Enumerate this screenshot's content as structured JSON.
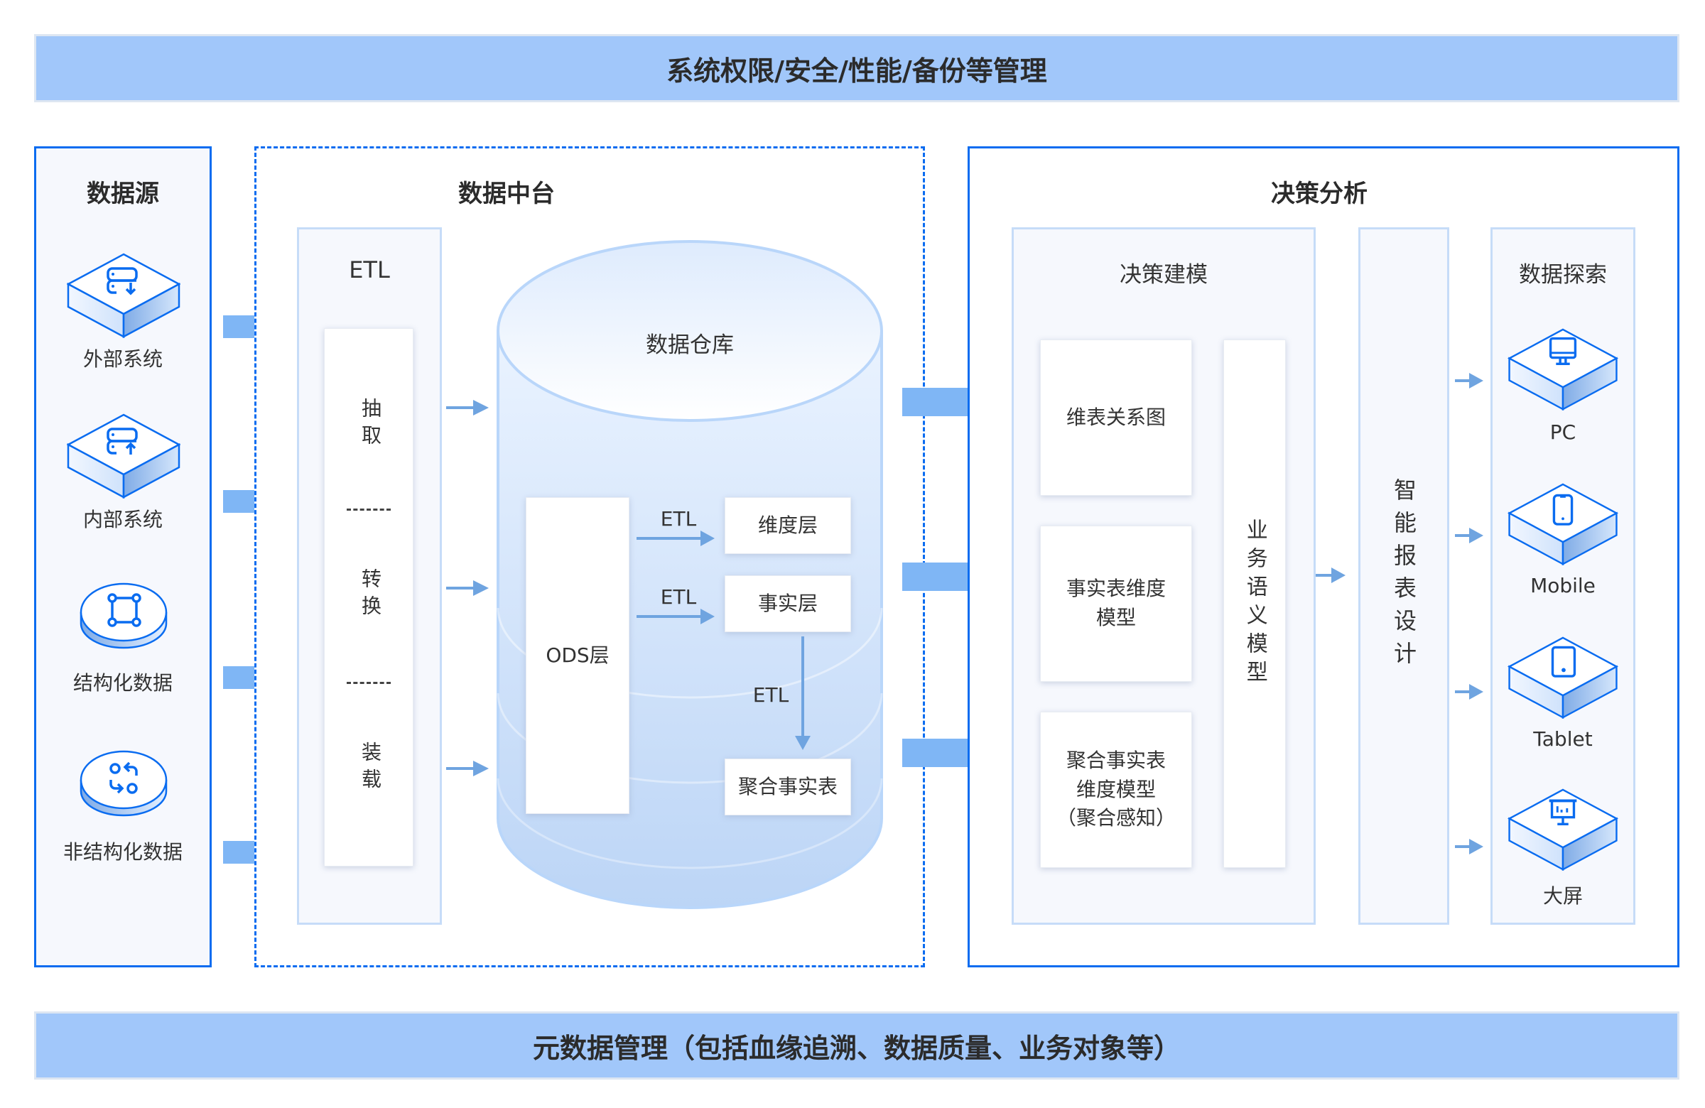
{
  "banners": {
    "top": "系统权限/安全/性能/备份等管理",
    "bottom": "元数据管理（包括血缘追溯、数据质量、业务对象等）"
  },
  "colors": {
    "banner": "#a1c7fa",
    "border_blue": "#0a6cf0",
    "arrow_blue": "#7fb6f5",
    "small_arrow": "#6fa4e0",
    "panel_bg": "#f6f8fd"
  },
  "data_source": {
    "title": "数据源",
    "items": [
      {
        "label": "外部系统",
        "icon": "database-download-icon"
      },
      {
        "label": "内部系统",
        "icon": "database-upload-icon"
      },
      {
        "label": "结构化数据",
        "icon": "nodes-square-icon"
      },
      {
        "label": "非结构化数据",
        "icon": "exchange-icon"
      }
    ]
  },
  "data_middle": {
    "title": "数据中台",
    "etl": {
      "title": "ETL",
      "steps": [
        "抽取",
        "转换",
        "装载"
      ]
    },
    "warehouse": {
      "title": "数据仓库",
      "ods": "ODS层",
      "layers": [
        "维度层",
        "事实层",
        "聚合事实表"
      ],
      "etl_labels": [
        "ETL",
        "ETL",
        "ETL"
      ]
    }
  },
  "decision": {
    "title": "决策分析",
    "modeling": {
      "title": "决策建模",
      "cards": [
        "维表关系图",
        "事实表维度\n模型",
        "聚合事实表\n维度模型\n（聚合感知）"
      ],
      "semantic": "业务语义模型"
    },
    "report": "智能报表设计",
    "explore": {
      "title": "数据探索",
      "items": [
        {
          "label": "PC",
          "icon": "monitor-icon"
        },
        {
          "label": "Mobile",
          "icon": "mobile-phone-icon"
        },
        {
          "label": "Tablet",
          "icon": "tablet-icon"
        },
        {
          "label": "大屏",
          "icon": "presentation-screen-icon"
        }
      ]
    }
  }
}
